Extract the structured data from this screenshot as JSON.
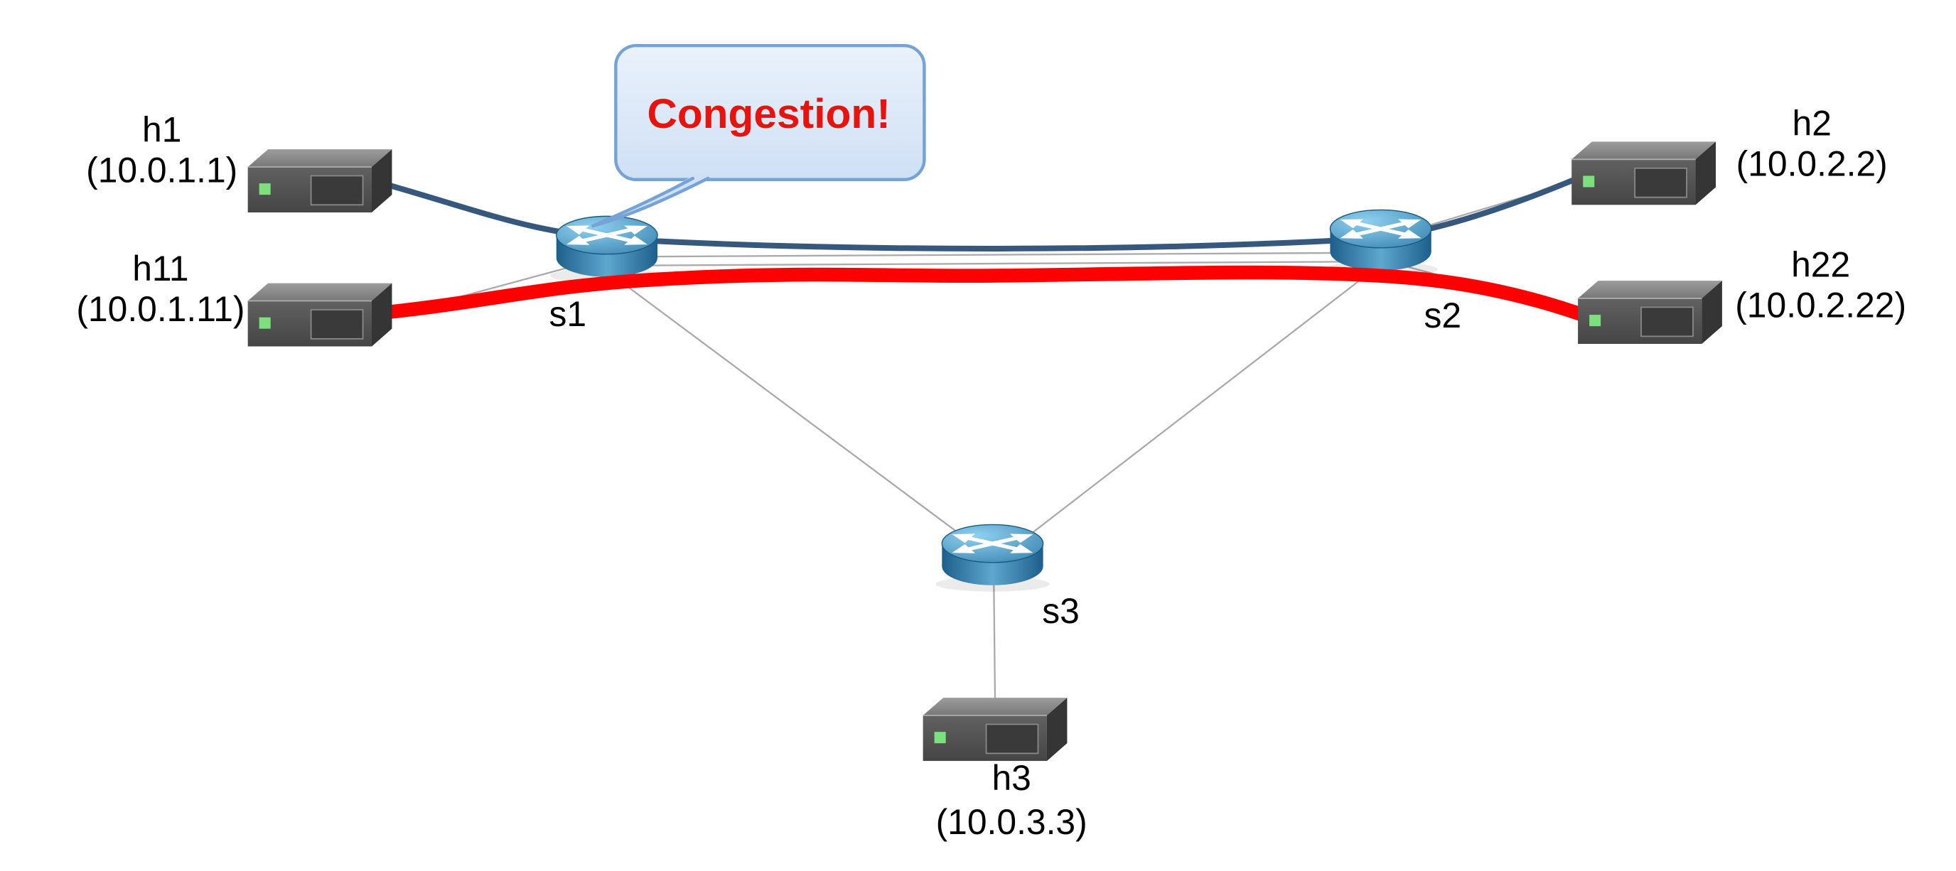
{
  "figure": {
    "background": "#ffffff"
  },
  "bubble": {
    "text": "Congestion!",
    "text_color": "#e8130d",
    "fill": "#cfe0f5",
    "border": "#76a3d6"
  },
  "nodes": {
    "h1": {
      "name": "h1",
      "ip": "(10.0.1.1)",
      "type": "host"
    },
    "h11": {
      "name": "h11",
      "ip": "(10.0.1.11)",
      "type": "host"
    },
    "h2": {
      "name": "h2",
      "ip": "(10.0.2.2)",
      "type": "host"
    },
    "h22": {
      "name": "h22",
      "ip": "(10.0.2.22)",
      "type": "host"
    },
    "h3": {
      "name": "h3",
      "ip": "(10.0.3.3)",
      "type": "host"
    },
    "s1": {
      "name": "s1",
      "type": "switch"
    },
    "s2": {
      "name": "s2",
      "type": "switch"
    },
    "s3": {
      "name": "s3",
      "type": "switch"
    }
  },
  "links": [
    {
      "from": "h1",
      "to": "s1"
    },
    {
      "from": "h11",
      "to": "s1"
    },
    {
      "from": "s1",
      "to": "s2"
    },
    {
      "from": "s1",
      "to": "s3"
    },
    {
      "from": "s2",
      "to": "s3"
    },
    {
      "from": "s2",
      "to": "h2"
    },
    {
      "from": "s2",
      "to": "h22"
    },
    {
      "from": "s3",
      "to": "h3"
    }
  ],
  "flows": [
    {
      "name": "congested-flow",
      "route": [
        "h11",
        "s1",
        "s2",
        "h22"
      ],
      "color": "#ff0000"
    },
    {
      "name": "normal-flow",
      "route": [
        "h1",
        "s1",
        "s2",
        "h2"
      ],
      "color": "#36587c"
    }
  ]
}
